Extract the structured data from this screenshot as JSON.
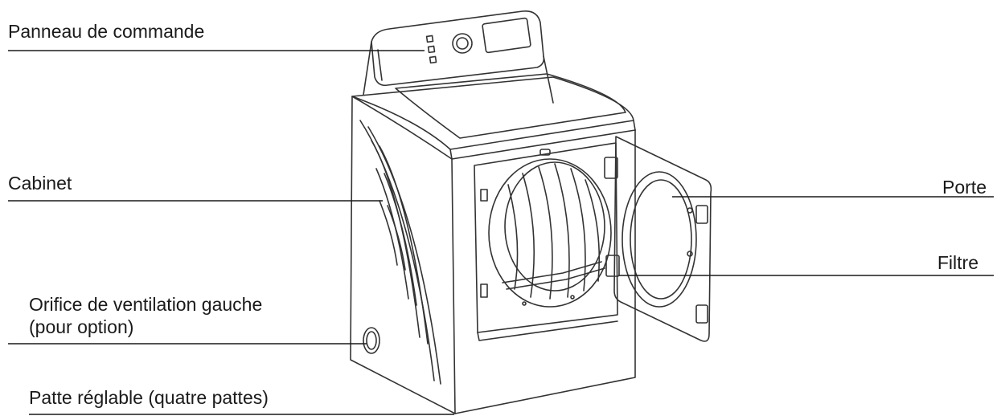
{
  "labels": {
    "control_panel": "Panneau de commande",
    "cabinet": "Cabinet",
    "vent_line1": "Orifice de ventilation gauche",
    "vent_line2": "(pour option)",
    "leg": "Patte réglable (quatre pattes)",
    "door": "Porte",
    "filter": "Filtre"
  },
  "colors": {
    "line": "#1a1a1a",
    "drawing": "#333333",
    "background": "#ffffff"
  },
  "icons": [
    "dryer-illustration"
  ]
}
